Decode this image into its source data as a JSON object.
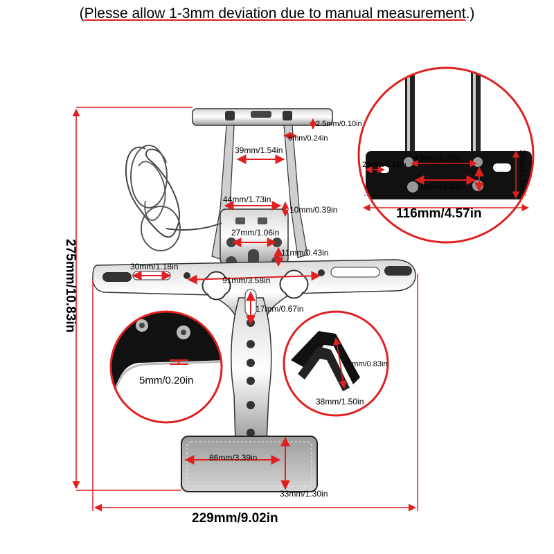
{
  "header": {
    "open_paren": "(",
    "note": "Plesse allow 1-3mm deviation due to manual measurement",
    "close_paren": ".)"
  },
  "dimensions": {
    "top_thickness": "2.5mm/0.10in",
    "slot_width": "6mm/0.24in",
    "upper_width": "39mm/1.54in",
    "plate_width": "44mm/1.73in",
    "plate_height": "10mm/0.39in",
    "hole_spacing": "27mm/1.06in",
    "hole_diameter": "11mm/0.43in",
    "arm_slot": "30mm/1.18in",
    "arm_span": "91mm/3.58in",
    "vertical_slot": "17mm/0.67in",
    "total_height": "275mm/10.83in",
    "total_width": "229mm/9.02in",
    "light_width": "86mm/3.39in",
    "light_height": "33mm/1.30in",
    "thickness_detail": "5mm/0.20in",
    "bracket_height": "21mm/0.83in",
    "bracket_width": "38mm/1.50in",
    "mount_edge": "23mm/0.91in",
    "mount_hole_span": "43mm/1.70in",
    "mount_depth": "34mm/1.34in",
    "mount_inner": "28mm/1.10in",
    "mount_width": "116mm/4.57in"
  },
  "colors": {
    "accent": "#e02020",
    "metal": "#7a7a7a",
    "black_part": "#111111"
  }
}
